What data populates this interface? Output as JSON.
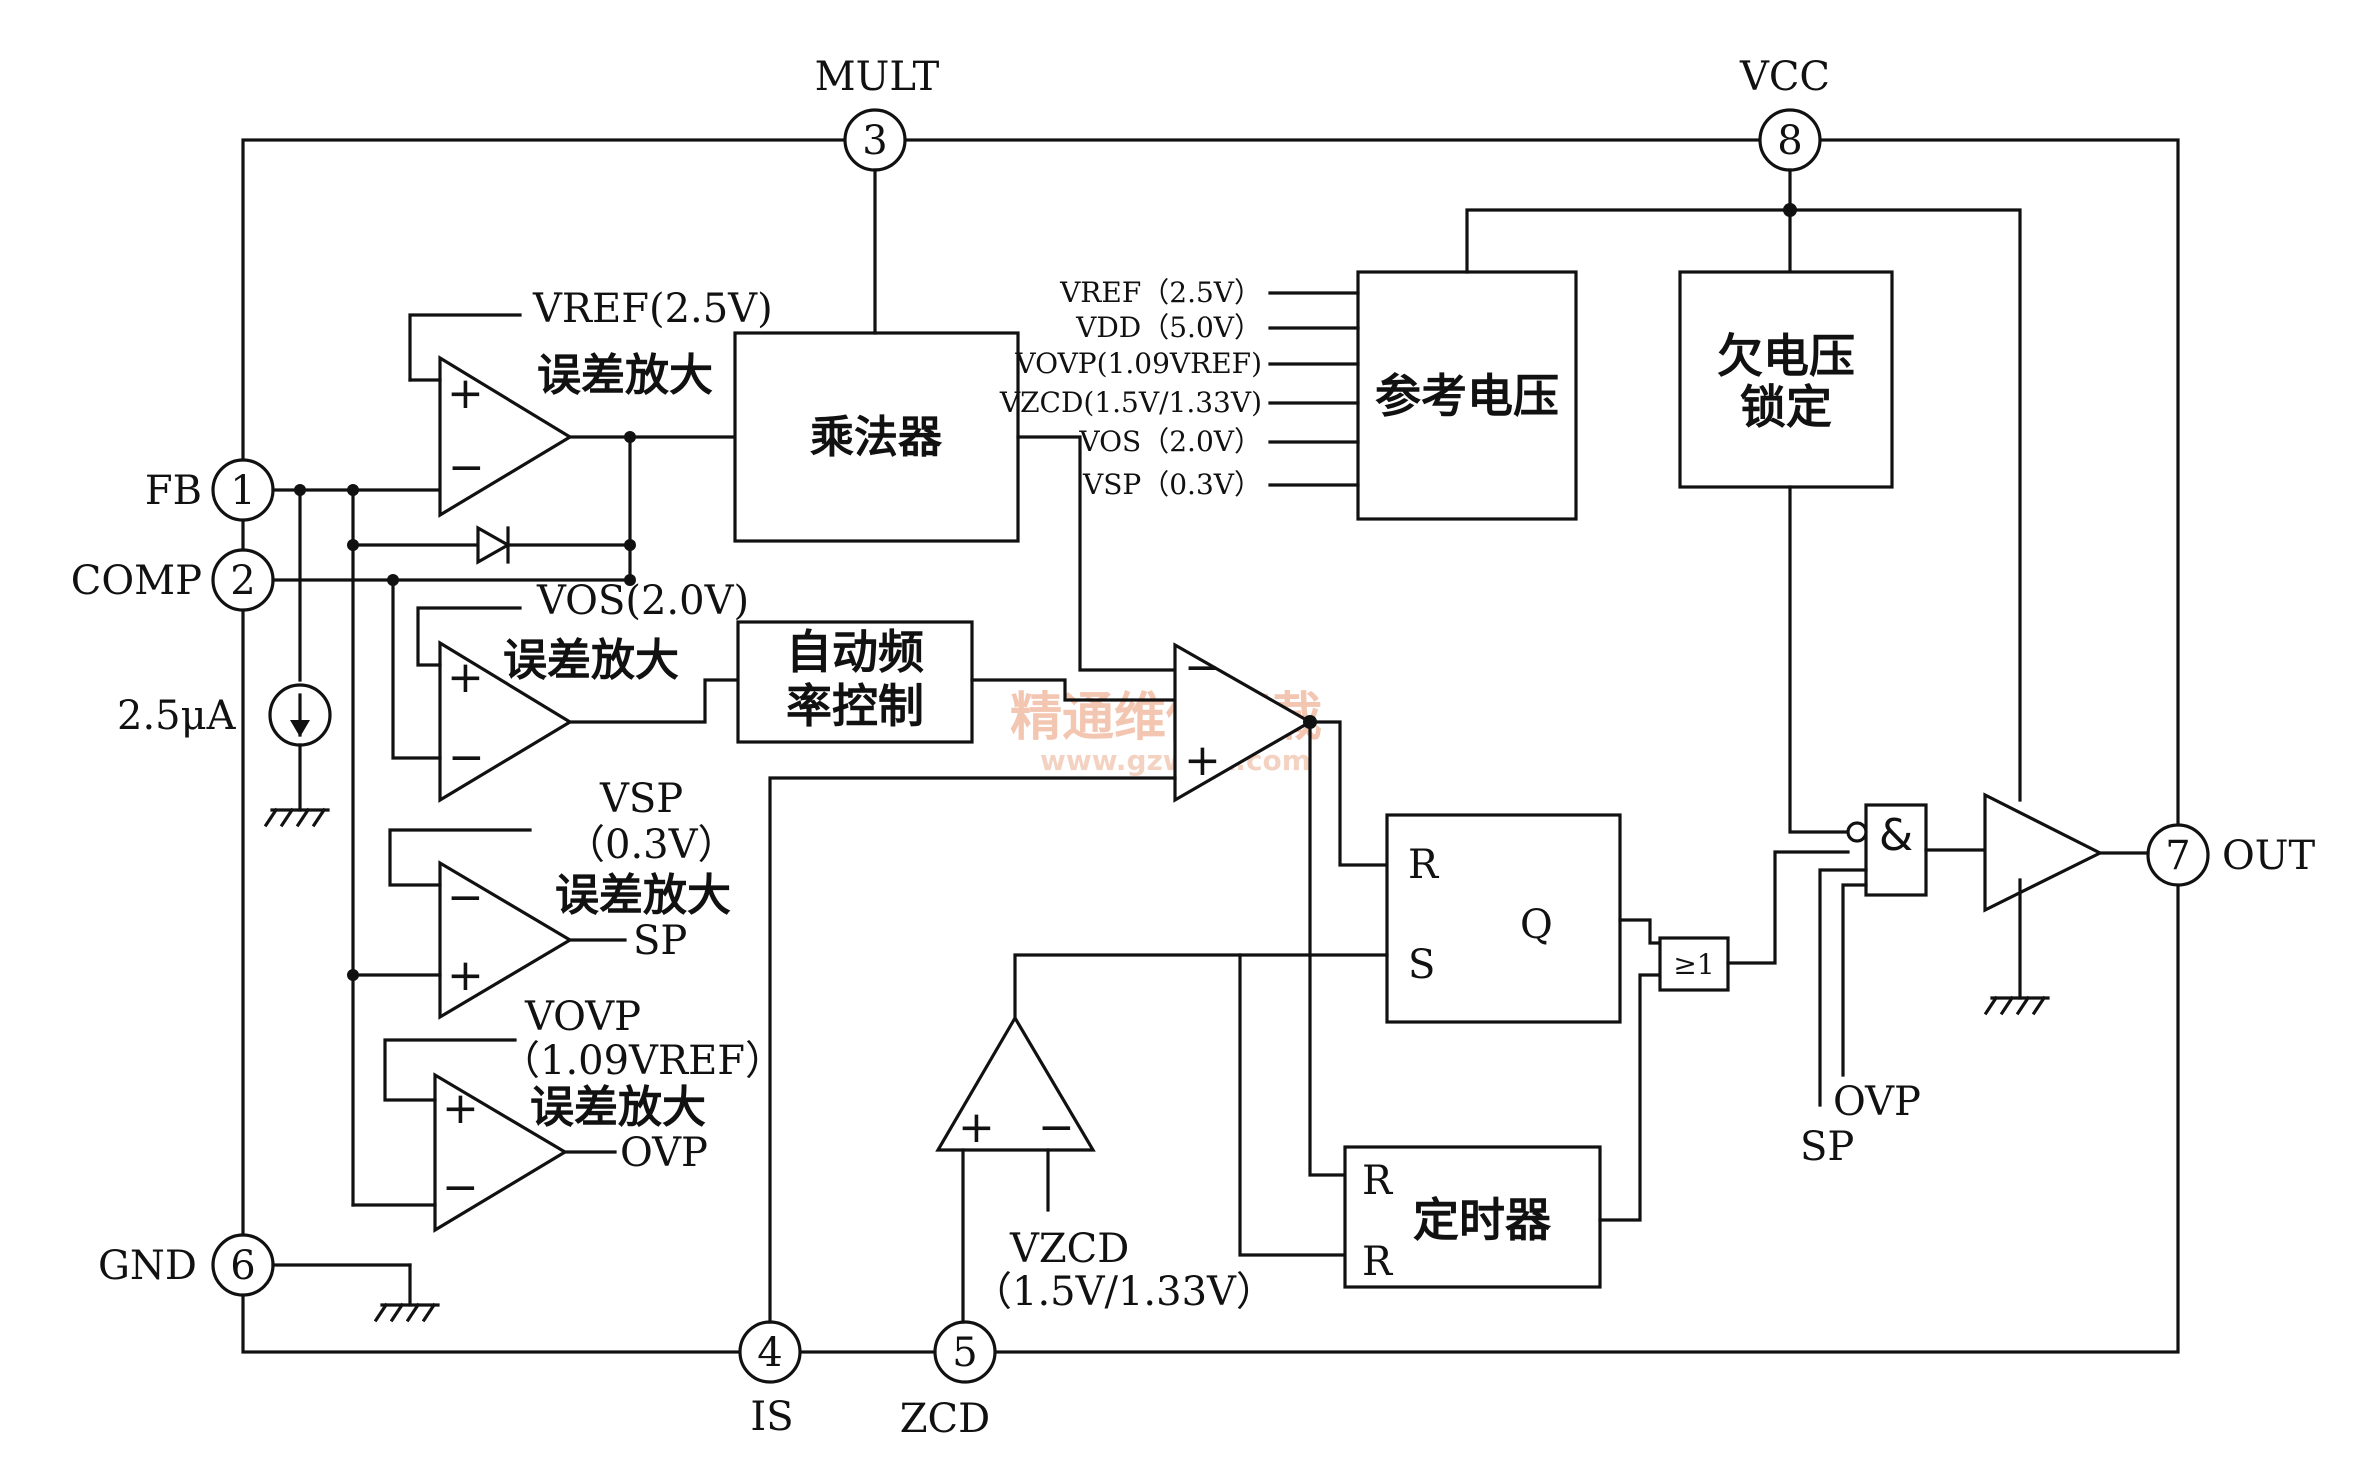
{
  "pins": {
    "fb": {
      "number": "1",
      "label": "FB"
    },
    "comp": {
      "number": "2",
      "label": "COMP"
    },
    "mult": {
      "number": "3",
      "label": "MULT"
    },
    "is": {
      "number": "4",
      "label": "IS"
    },
    "zcd": {
      "number": "5",
      "label": "ZCD"
    },
    "gnd": {
      "number": "6",
      "label": "GND"
    },
    "out": {
      "number": "7",
      "label": "OUT"
    },
    "vcc": {
      "number": "8",
      "label": "VCC"
    }
  },
  "current_source": "2.5μA",
  "amplifiers": {
    "main": {
      "ref": "VREF(2.5V)",
      "title": "误差放大"
    },
    "freq": {
      "ref": "VOS(2.0V)",
      "title": "误差放大"
    },
    "sp": {
      "ref_line1": "VSP",
      "ref_line2": "（0.3V）",
      "title": "误差放大",
      "output": "SP"
    },
    "ovp": {
      "ref_line1": "VOVP",
      "ref_line2": "（1.09VREF）",
      "title": "误差放大",
      "output": "OVP"
    }
  },
  "blocks": {
    "multiplier": "乘法器",
    "auto_freq_line1": "自动频",
    "auto_freq_line2": "率控制",
    "reference": "参考电压",
    "uvlo_line1": "欠电压",
    "uvlo_line2": "锁定",
    "timer": "定时器",
    "timer_r1": "R",
    "timer_r2": "R",
    "ge_symbol": "≥1",
    "and_symbol": "&"
  },
  "reference_outputs": [
    "VREF（2.5V）",
    "VDD（5.0V）",
    "VOVP(1.09VREF)",
    "VZCD(1.5V/1.33V)",
    "VOS（2.0V）",
    "VSP（0.3V）"
  ],
  "flipflop": {
    "r": "R",
    "s": "S",
    "q": "Q"
  },
  "zcd_ref_line1": "VZCD",
  "zcd_ref_line2": "（1.5V/1.33V）",
  "gate_inputs": {
    "sp": "SP",
    "ovp": "OVP"
  },
  "signs": {
    "plus": "+",
    "minus": "−"
  },
  "watermark": {
    "line1": "精通维修下载",
    "line2": "www.gzweix.com"
  }
}
